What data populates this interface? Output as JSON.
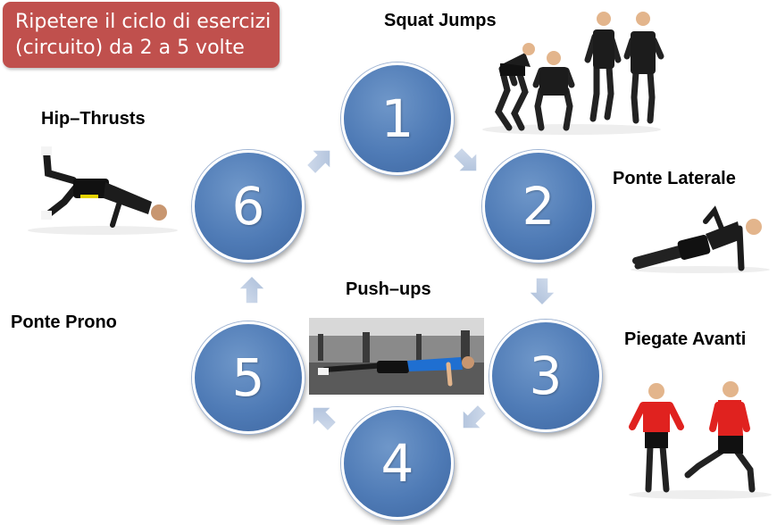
{
  "note": {
    "line1": "Ripetere il ciclo di esercizi",
    "line2": "(circuito) da 2 a 5 volte"
  },
  "exercises": [
    {
      "step": "1",
      "name": "Squat Jumps"
    },
    {
      "step": "2",
      "name": "Ponte Laterale"
    },
    {
      "step": "3",
      "name": "Piegate Avanti"
    },
    {
      "step": "4",
      "name": "Push–ups"
    },
    {
      "step": "5",
      "name": "Ponte Prono"
    },
    {
      "step": "6",
      "name": "Hip–Thrusts"
    }
  ],
  "colors": {
    "note_background": "#c0504d",
    "circle_fill": "#4f7bb6",
    "arrow_fill": "#b7c7df"
  }
}
